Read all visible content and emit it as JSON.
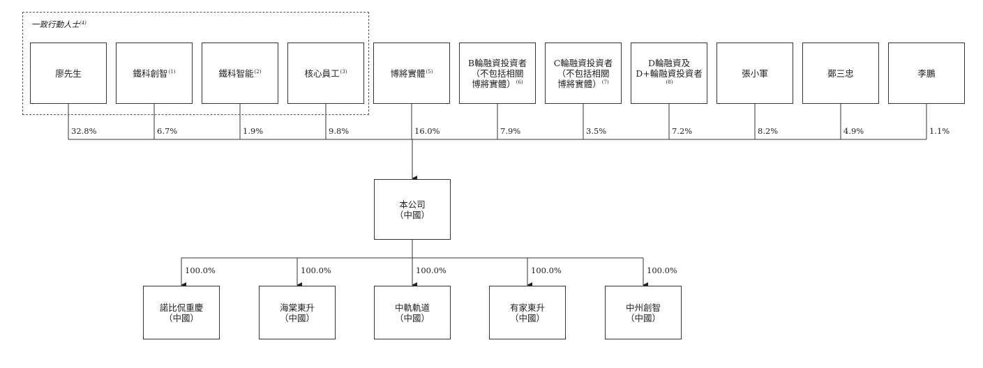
{
  "group": {
    "label": "一致行動人士",
    "note": "(4)"
  },
  "shareholders": [
    {
      "lines": [
        "廖先生"
      ],
      "note": "",
      "pct": "32.8%"
    },
    {
      "lines": [
        "鐵科創智"
      ],
      "note": "(1)",
      "pct": "6.7%"
    },
    {
      "lines": [
        "鐵科智能"
      ],
      "note": "(2)",
      "pct": "1.9%"
    },
    {
      "lines": [
        "核心員工"
      ],
      "note": "(3)",
      "pct": "9.8%"
    },
    {
      "lines": [
        "博將實體"
      ],
      "note": "(5)",
      "pct": "16.0%"
    },
    {
      "lines": [
        "B輪融資投資者",
        "（不包括相關",
        "博將實體）"
      ],
      "note": "(6)",
      "pct": "7.9%"
    },
    {
      "lines": [
        "C輪融資投資者",
        "（不包括相關",
        "博將實體）"
      ],
      "note": "(7)",
      "pct": "3.5%"
    },
    {
      "lines": [
        "D輪融資及",
        "D+輪融資投資者"
      ],
      "note": "(8)",
      "pct": "7.2%"
    },
    {
      "lines": [
        "張小軍"
      ],
      "note": "",
      "pct": "8.2%"
    },
    {
      "lines": [
        "鄭三忠"
      ],
      "note": "",
      "pct": "4.9%"
    },
    {
      "lines": [
        "李鵬"
      ],
      "note": "",
      "pct": "1.1%"
    }
  ],
  "company": {
    "lines": [
      "本公司",
      "（中國）"
    ]
  },
  "subsidiaries": [
    {
      "lines": [
        "諾比侃重慶",
        "（中國）"
      ],
      "pct": "100.0%"
    },
    {
      "lines": [
        "海棠東升",
        "（中國）"
      ],
      "pct": "100.0%"
    },
    {
      "lines": [
        "中軌軌道",
        "（中國）"
      ],
      "pct": "100.0%"
    },
    {
      "lines": [
        "有家東升",
        "（中國）"
      ],
      "pct": "100.0%"
    },
    {
      "lines": [
        "中州創智",
        "（中國）"
      ],
      "pct": "100.0%"
    }
  ]
}
